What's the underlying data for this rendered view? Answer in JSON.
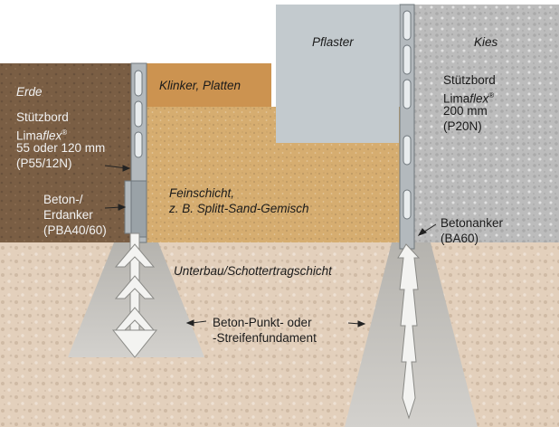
{
  "labels": {
    "erde": "Erde",
    "klinker": "Klinker, Platten",
    "pflaster": "Pflaster",
    "kies": "Kies",
    "feinschicht_1": "Feinschicht,",
    "feinschicht_2": "z. B. Splitt-Sand-Gemisch",
    "unterbau": "Unterbau/Schottertragschicht",
    "fundament_1": "Beton-Punkt- oder",
    "fundament_2": "-Streifenfundament"
  },
  "left_profile": {
    "line1": "Stützbord",
    "line2_prefix": "Lima",
    "line2_italic": "flex",
    "line2_reg": "®",
    "line3": "55 oder 120 mm",
    "line4": "(P55/12N)",
    "anchor_line1": "Beton-/",
    "anchor_line2": "Erdanker",
    "anchor_line3": "(PBA40/60)"
  },
  "right_profile": {
    "line1": "Stützbord",
    "line2_prefix": "Lima",
    "line2_italic": "flex",
    "line2_reg": "®",
    "line3": "200 mm",
    "line4": "(P20N)",
    "anchor_line1": "Betonanker",
    "anchor_line2": "(BA60)"
  },
  "colors": {
    "erde": "#7a5e44",
    "klinker": "#cc9350",
    "pflaster": "#c3cace",
    "kies": "#bcbcbc",
    "feinschicht": "#d6ad70",
    "unterbau": "#e3d0bc",
    "beton": "#c2c0bc",
    "profil": "#b3b9bd"
  }
}
